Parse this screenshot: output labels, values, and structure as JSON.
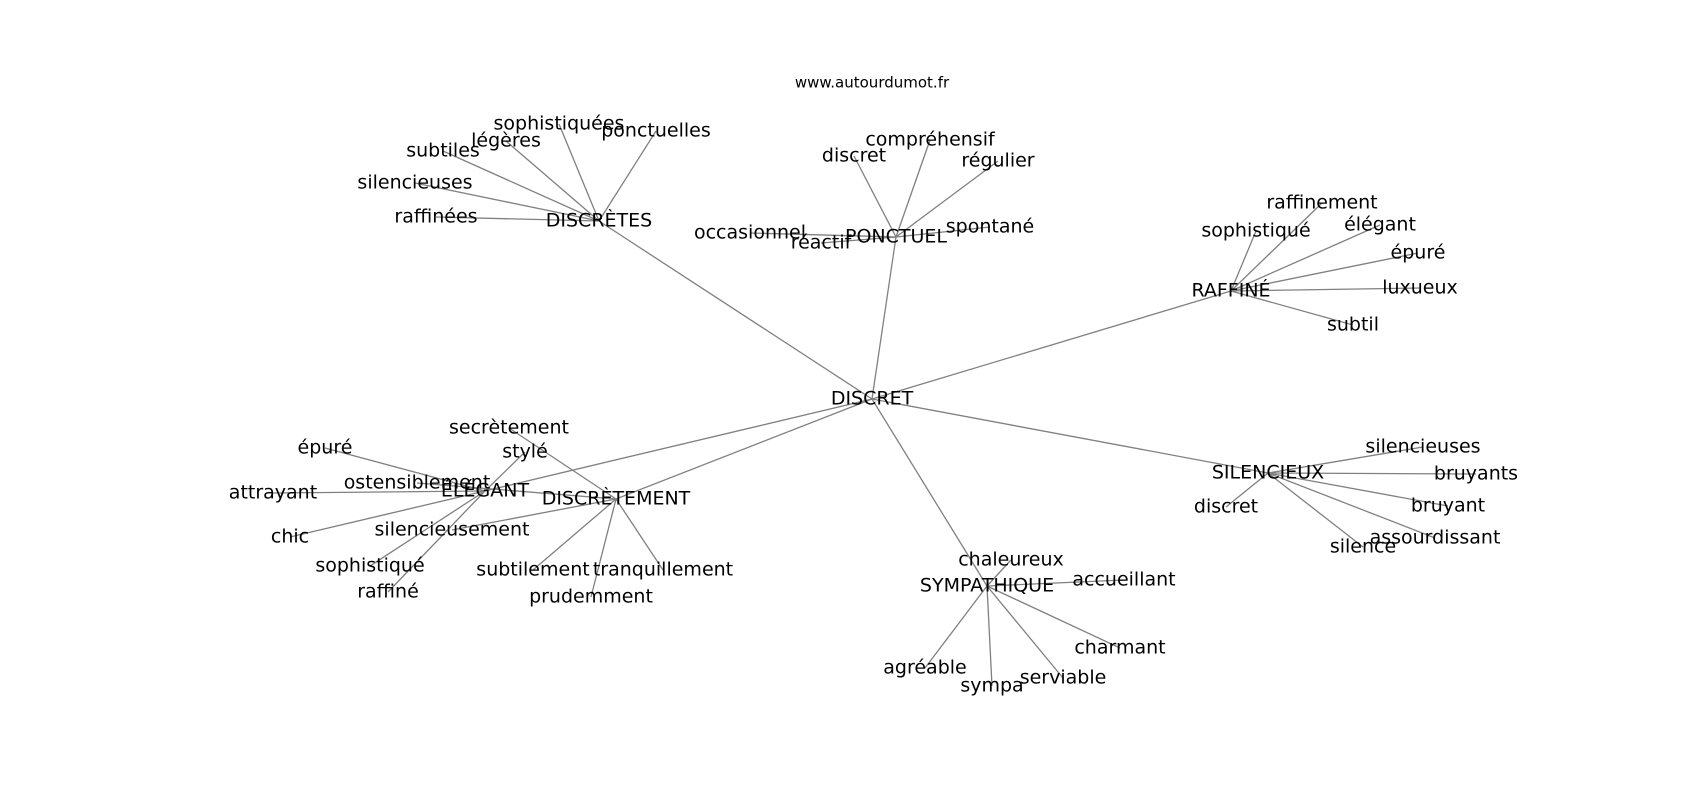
{
  "title": "www.autourdumot.fr",
  "edge_color": "#808080",
  "nodes": [
    {
      "id": "discret_center",
      "label": "DISCRET"
    },
    {
      "id": "discretes",
      "label": "DISCRÈTES"
    },
    {
      "id": "ponctuel",
      "label": "PONCTUEL"
    },
    {
      "id": "raffine_hub",
      "label": "RAFFINÉ"
    },
    {
      "id": "elegant_hub",
      "label": "ÉLÉGANT"
    },
    {
      "id": "discretement",
      "label": "DISCRÈTEMENT"
    },
    {
      "id": "silencieux",
      "label": "SILENCIEUX"
    },
    {
      "id": "sympathique",
      "label": "SYMPATHIQUE"
    },
    {
      "id": "sophistiquees",
      "label": "sophistiquées"
    },
    {
      "id": "ponctuelles",
      "label": "ponctuelles"
    },
    {
      "id": "legeres",
      "label": "légères"
    },
    {
      "id": "subtiles",
      "label": "subtiles"
    },
    {
      "id": "silencieuses_1",
      "label": "silencieuses"
    },
    {
      "id": "raffinees",
      "label": "raffinées"
    },
    {
      "id": "comprehensif",
      "label": "compréhensif"
    },
    {
      "id": "discret_p",
      "label": "discret"
    },
    {
      "id": "regulier",
      "label": "régulier"
    },
    {
      "id": "spontane",
      "label": "spontané"
    },
    {
      "id": "occasionnel",
      "label": "occasionnel"
    },
    {
      "id": "reactif",
      "label": "réactif"
    },
    {
      "id": "raffinement",
      "label": "raffinement"
    },
    {
      "id": "sophistique_r",
      "label": "sophistiqué"
    },
    {
      "id": "elegant_r",
      "label": "élégant"
    },
    {
      "id": "epure_r",
      "label": "épuré"
    },
    {
      "id": "luxueux",
      "label": "luxueux"
    },
    {
      "id": "subtil",
      "label": "subtil"
    },
    {
      "id": "silencieuses_2",
      "label": "silencieuses"
    },
    {
      "id": "bruyants",
      "label": "bruyants"
    },
    {
      "id": "discret_s",
      "label": "discret"
    },
    {
      "id": "bruyant",
      "label": "bruyant"
    },
    {
      "id": "assourdissant",
      "label": "assourdissant"
    },
    {
      "id": "silence",
      "label": "silence"
    },
    {
      "id": "chaleureux",
      "label": "chaleureux"
    },
    {
      "id": "accueillant",
      "label": "accueillant"
    },
    {
      "id": "charmant",
      "label": "charmant"
    },
    {
      "id": "agreable",
      "label": "agréable"
    },
    {
      "id": "sympa",
      "label": "sympa"
    },
    {
      "id": "serviable",
      "label": "serviable"
    },
    {
      "id": "secretement",
      "label": "secrètement"
    },
    {
      "id": "style",
      "label": "stylé"
    },
    {
      "id": "ostensiblement",
      "label": "ostensiblement"
    },
    {
      "id": "silencieusement",
      "label": "silencieusement"
    },
    {
      "id": "subtilement",
      "label": "subtilement"
    },
    {
      "id": "tranquillement",
      "label": "tranquillement"
    },
    {
      "id": "prudemment",
      "label": "prudemment"
    },
    {
      "id": "epure_e",
      "label": "épuré"
    },
    {
      "id": "attrayant",
      "label": "attrayant"
    },
    {
      "id": "chic",
      "label": "chic"
    },
    {
      "id": "sophistique_e",
      "label": "sophistiqué"
    },
    {
      "id": "raffine_e",
      "label": "raffiné"
    }
  ],
  "edges": [
    [
      "discret_center",
      "discretes"
    ],
    [
      "discret_center",
      "ponctuel"
    ],
    [
      "discret_center",
      "raffine_hub"
    ],
    [
      "discret_center",
      "elegant_hub"
    ],
    [
      "discret_center",
      "discretement"
    ],
    [
      "discret_center",
      "silencieux"
    ],
    [
      "discret_center",
      "sympathique"
    ],
    [
      "discretes",
      "sophistiquees"
    ],
    [
      "discretes",
      "ponctuelles"
    ],
    [
      "discretes",
      "legeres"
    ],
    [
      "discretes",
      "subtiles"
    ],
    [
      "discretes",
      "silencieuses_1"
    ],
    [
      "discretes",
      "raffinees"
    ],
    [
      "ponctuel",
      "comprehensif"
    ],
    [
      "ponctuel",
      "discret_p"
    ],
    [
      "ponctuel",
      "regulier"
    ],
    [
      "ponctuel",
      "spontane"
    ],
    [
      "ponctuel",
      "occasionnel"
    ],
    [
      "ponctuel",
      "reactif"
    ],
    [
      "raffine_hub",
      "raffinement"
    ],
    [
      "raffine_hub",
      "sophistique_r"
    ],
    [
      "raffine_hub",
      "elegant_r"
    ],
    [
      "raffine_hub",
      "epure_r"
    ],
    [
      "raffine_hub",
      "luxueux"
    ],
    [
      "raffine_hub",
      "subtil"
    ],
    [
      "silencieux",
      "silencieuses_2"
    ],
    [
      "silencieux",
      "bruyants"
    ],
    [
      "silencieux",
      "discret_s"
    ],
    [
      "silencieux",
      "bruyant"
    ],
    [
      "silencieux",
      "assourdissant"
    ],
    [
      "silencieux",
      "silence"
    ],
    [
      "sympathique",
      "chaleureux"
    ],
    [
      "sympathique",
      "accueillant"
    ],
    [
      "sympathique",
      "charmant"
    ],
    [
      "sympathique",
      "agreable"
    ],
    [
      "sympathique",
      "sympa"
    ],
    [
      "sympathique",
      "serviable"
    ],
    [
      "discretement",
      "secretement"
    ],
    [
      "discretement",
      "ostensiblement"
    ],
    [
      "discretement",
      "silencieusement"
    ],
    [
      "discretement",
      "subtilement"
    ],
    [
      "discretement",
      "tranquillement"
    ],
    [
      "discretement",
      "prudemment"
    ],
    [
      "elegant_hub",
      "style"
    ],
    [
      "elegant_hub",
      "epure_e"
    ],
    [
      "elegant_hub",
      "attrayant"
    ],
    [
      "elegant_hub",
      "chic"
    ],
    [
      "elegant_hub",
      "sophistique_e"
    ],
    [
      "elegant_hub",
      "raffine_e"
    ]
  ]
}
